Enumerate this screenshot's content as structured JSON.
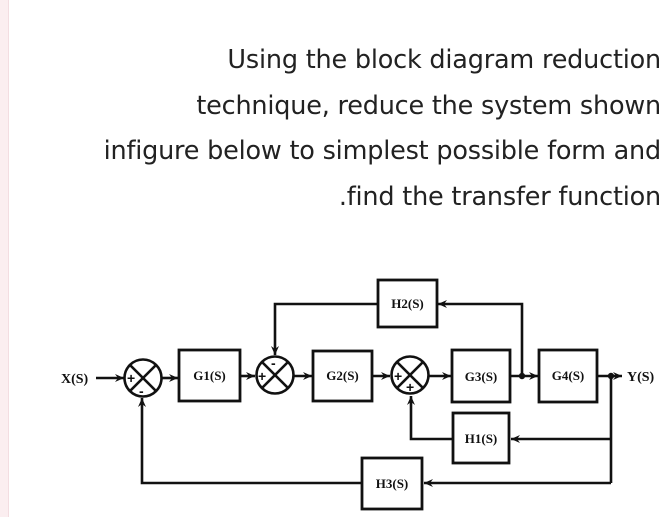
{
  "question": {
    "lines": [
      "Using the block diagram reduction",
      "technique, reduce the system shown",
      "infigure below to simplest possible form and",
      ".find the transfer function"
    ]
  },
  "diagram": {
    "input": "X(S)",
    "output": "Y(S)",
    "blocks": {
      "G1": "G1(S)",
      "G2": "G2(S)",
      "G3": "G3(S)",
      "G4": "G4(S)",
      "H1": "H1(S)",
      "H2": "H2(S)",
      "H3": "H3(S)"
    },
    "junctions": {
      "sum1": {
        "in_sign": "+",
        "fb_sign": "-"
      },
      "sum2": {
        "in_sign": "+",
        "fb_sign": "-"
      },
      "sum3": {
        "in_sign": "+",
        "fb_sign": "+"
      }
    }
  }
}
